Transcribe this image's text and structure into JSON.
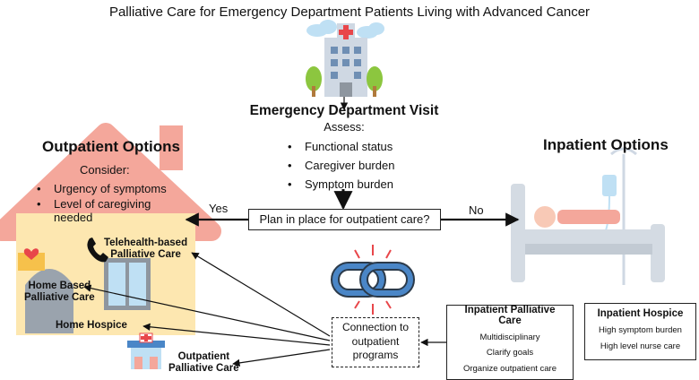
{
  "title": "Palliative Care for Emergency Department Patients Living with Advanced Cancer",
  "ed_visit": {
    "heading": "Emergency Department Visit",
    "assess_label": "Assess:",
    "assess_items": [
      "Functional status",
      "Caregiver burden",
      "Symptom burden"
    ]
  },
  "decision": {
    "question": "Plan in place for outpatient care?",
    "yes_label": "Yes",
    "no_label": "No"
  },
  "outpatient": {
    "heading": "Outpatient Options",
    "consider_label": "Consider:",
    "consider_items": [
      "Urgency of symptoms",
      "Level of caregiving",
      "needed"
    ],
    "telehealth_line1": "Telehealth-based",
    "telehealth_line2": "Palliative Care",
    "home_based_line1": "Home Based",
    "home_based_line2": "Palliative Care",
    "home_hospice": "Home Hospice",
    "outpatient_pc_line1": "Outpatient",
    "outpatient_pc_line2": "Palliative Care"
  },
  "connection": {
    "line1": "Connection to",
    "line2": "outpatient",
    "line3": "programs"
  },
  "inpatient": {
    "heading": "Inpatient Options",
    "palliative": {
      "title_line1": "Inpatient Palliative",
      "title_line2": "Care",
      "items": [
        "Multidisciplinary",
        "Clarify goals",
        "Organize outpatient care"
      ]
    },
    "hospice": {
      "title": "Inpatient Hospice",
      "items": [
        "High symptom burden",
        "High level nurse care"
      ]
    }
  },
  "colors": {
    "house_wall": "#fde7b0",
    "house_roof": "#f4a79b",
    "hospital_wall": "#cfd8e3",
    "hospital_cross": "#e8464a",
    "link_blue": "#4a86c7",
    "spark_red": "#e8464a",
    "bed_gray": "#d4dbe3",
    "iv_blue": "#bfe0f4"
  }
}
